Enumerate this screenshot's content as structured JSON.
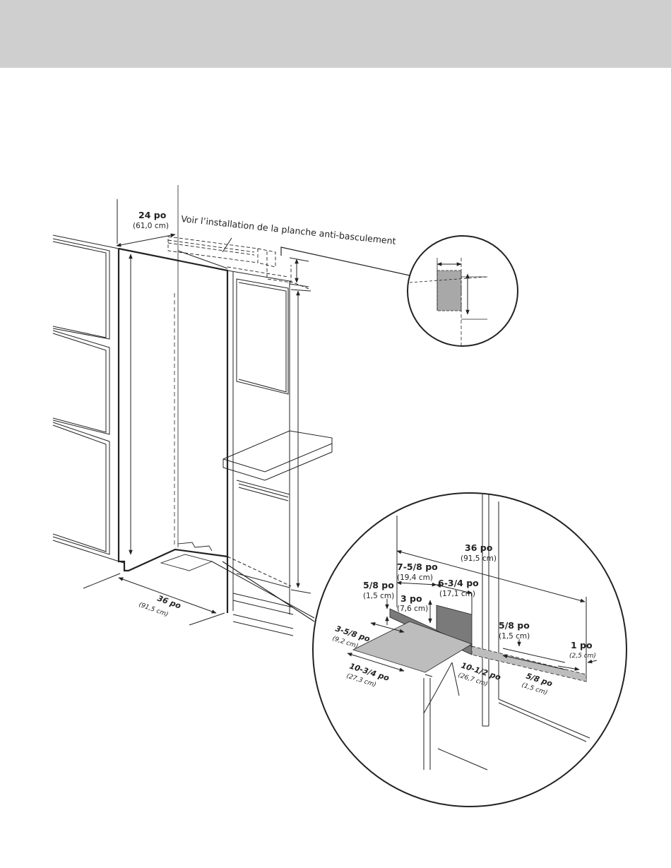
{
  "header": {
    "color": "#cfcfcf"
  },
  "colors": {
    "line": "#222222",
    "fill_light": "#bdbdbd",
    "fill_dark": "#7a7a7a",
    "fill_mid": "#a8a8a8"
  },
  "labels": {
    "depth_in": "24 po",
    "depth_cm": "(61,0 cm)",
    "note": "Voir l’installation de la planche anti-basculement",
    "width_main_in": "36 po",
    "width_main_cm": "(91,5 cm)",
    "detail": {
      "width_in": "36 po",
      "width_cm": "(91,5 cm)",
      "seg_a_in": "7-5/8 po",
      "seg_a_cm": "(19,4 cm)",
      "seg_b_in": "6-3/4 po",
      "seg_b_cm": "(17,1 cm)",
      "left_gap_in": "5/8 po",
      "left_gap_cm": "(1,5 cm)",
      "height_in": "3 po",
      "height_cm": "(7,6 cm)",
      "right_gap_in": "5/8 po",
      "right_gap_cm": "(1,5 cm)",
      "edge_in": "1 po",
      "edge_cm": "(2,5 cm)",
      "plate_depth_in": "3-5/8 po",
      "plate_depth_cm": "(9,2 cm)",
      "plate_w_in": "10-3/4 po",
      "plate_w_cm": "(27,3 cm)",
      "plate_l_in": "10-1/2 po",
      "plate_l_cm": "(26,7 cm)",
      "bottom_gap_in": "5/8 po",
      "bottom_gap_cm": "(1,5 cm)"
    }
  }
}
